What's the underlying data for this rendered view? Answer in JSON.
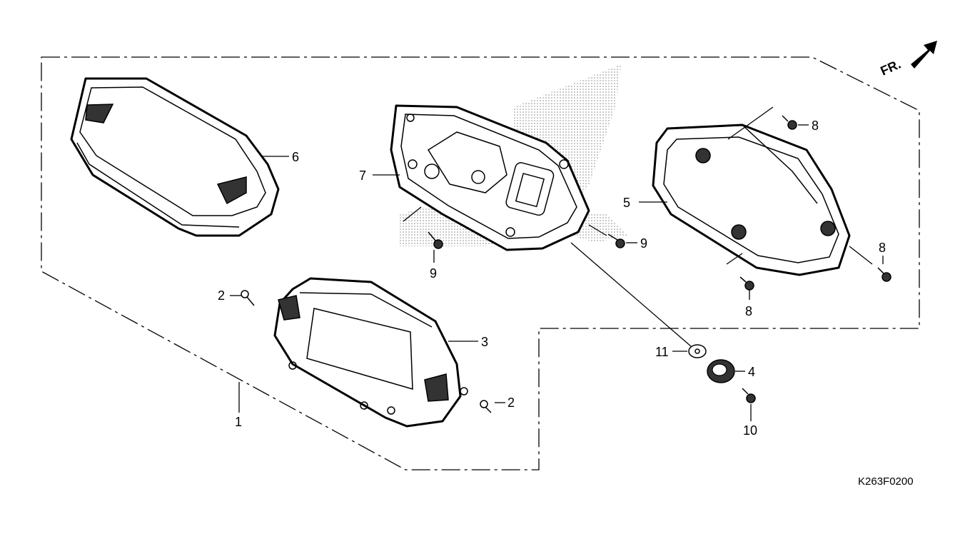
{
  "diagram": {
    "orientation_label": "FR.",
    "drawing_code": "K263F0200",
    "callouts": [
      {
        "id": "c1",
        "label": "1"
      },
      {
        "id": "c2a",
        "label": "2"
      },
      {
        "id": "c2b",
        "label": "2"
      },
      {
        "id": "c3",
        "label": "3"
      },
      {
        "id": "c4",
        "label": "4"
      },
      {
        "id": "c5",
        "label": "5"
      },
      {
        "id": "c6",
        "label": "6"
      },
      {
        "id": "c7",
        "label": "7"
      },
      {
        "id": "c8a",
        "label": "8"
      },
      {
        "id": "c8b",
        "label": "8"
      },
      {
        "id": "c8c",
        "label": "8"
      },
      {
        "id": "c9a",
        "label": "9"
      },
      {
        "id": "c9b",
        "label": "9"
      },
      {
        "id": "c10",
        "label": "10"
      },
      {
        "id": "c11",
        "label": "11"
      }
    ]
  }
}
